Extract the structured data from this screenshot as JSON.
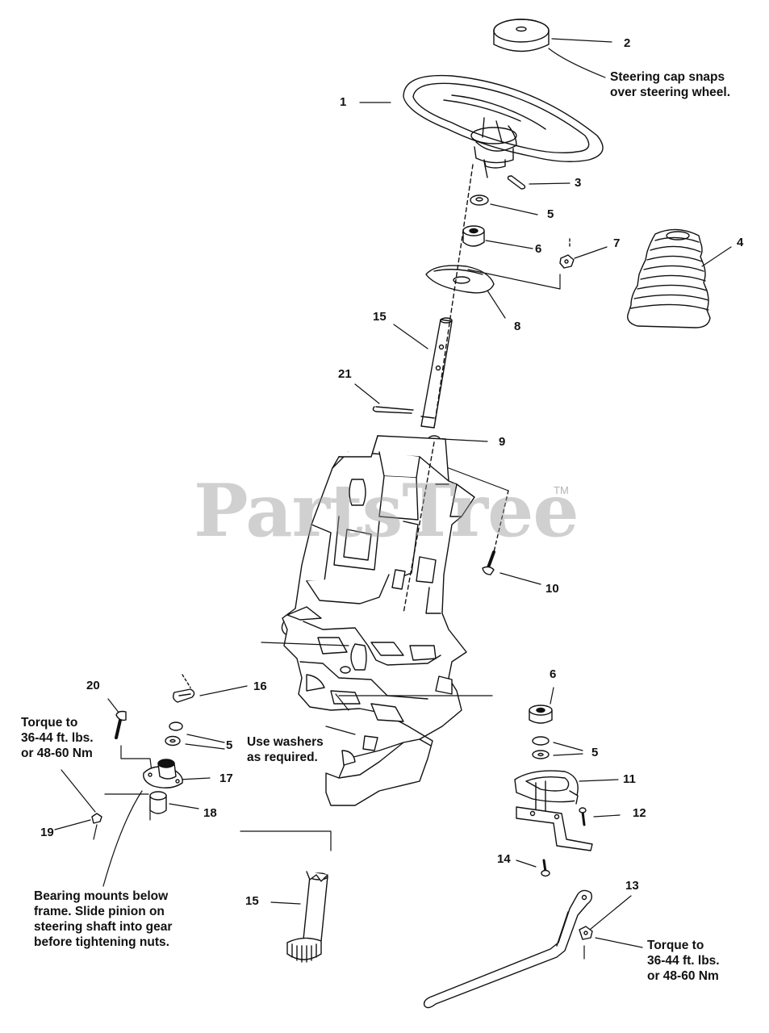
{
  "watermark": {
    "text": "PartsTree",
    "trademark": "TM"
  },
  "callouts": [
    {
      "id": "c1",
      "label": "1"
    },
    {
      "id": "c2",
      "label": "2"
    },
    {
      "id": "c3",
      "label": "3"
    },
    {
      "id": "c4",
      "label": "4"
    },
    {
      "id": "c5a",
      "label": "5"
    },
    {
      "id": "c6a",
      "label": "6"
    },
    {
      "id": "c7",
      "label": "7"
    },
    {
      "id": "c8",
      "label": "8"
    },
    {
      "id": "c15a",
      "label": "15"
    },
    {
      "id": "c21",
      "label": "21"
    },
    {
      "id": "c9",
      "label": "9"
    },
    {
      "id": "c10",
      "label": "10"
    },
    {
      "id": "c16",
      "label": "16"
    },
    {
      "id": "c20",
      "label": "20"
    },
    {
      "id": "c5b",
      "label": "5"
    },
    {
      "id": "c17",
      "label": "17"
    },
    {
      "id": "c18",
      "label": "18"
    },
    {
      "id": "c19",
      "label": "19"
    },
    {
      "id": "c6b",
      "label": "6"
    },
    {
      "id": "c5c",
      "label": "5"
    },
    {
      "id": "c11",
      "label": "11"
    },
    {
      "id": "c12",
      "label": "12"
    },
    {
      "id": "c14",
      "label": "14"
    },
    {
      "id": "c15b",
      "label": "15"
    },
    {
      "id": "c13",
      "label": "13"
    }
  ],
  "notes": {
    "steering_cap": [
      "Steering cap snaps",
      "over steering wheel."
    ],
    "torque_left": [
      "Torque to",
      "36-44 ft. lbs.",
      "or 48-60 Nm"
    ],
    "washers": [
      "Use washers",
      "as required."
    ],
    "bearing": [
      "Bearing mounts below",
      "frame.  Slide pinion on",
      "steering shaft into gear",
      "before tightening nuts."
    ],
    "torque_right": [
      "Torque to",
      "36-44 ft. lbs.",
      "or 48-60 Nm"
    ]
  }
}
